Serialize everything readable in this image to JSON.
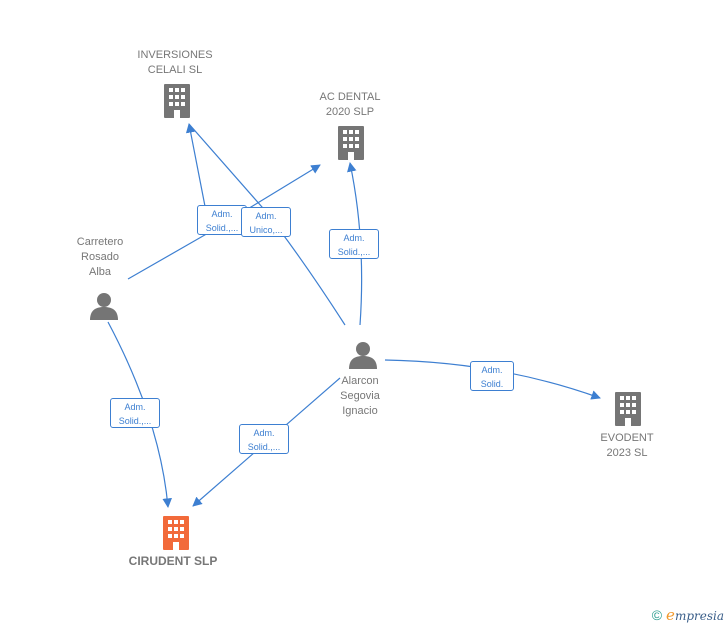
{
  "colors": {
    "edge": "#3d7fd1",
    "company_icon": "#757575",
    "focus_icon": "#f26a3a",
    "person_icon": "#757575"
  },
  "nodes": {
    "inversiones": {
      "label": "INVERSIONES\nCELALI  SL",
      "icon": "building-icon"
    },
    "acdental": {
      "label": "AC DENTAL\n2020  SLP",
      "icon": "building-icon"
    },
    "carretero": {
      "label": "Carretero\nRosado\nAlba",
      "icon": "person-icon"
    },
    "alarcon": {
      "label": "Alarcon\nSegovia\nIgnacio",
      "icon": "person-icon"
    },
    "evodent": {
      "label": "EVODENT\n2023  SL",
      "icon": "building-icon"
    },
    "cirudent": {
      "label": "CIRUDENT  SLP",
      "icon": "building-icon"
    }
  },
  "relations": {
    "r1": {
      "line1": "Adm.",
      "line2": "Solid.,..."
    },
    "r2": {
      "line1": "Adm.",
      "line2": "Unico,..."
    },
    "r3": {
      "line1": "Adm.",
      "line2": "Solid.,..."
    },
    "r4": {
      "line1": "Adm.",
      "line2": "Solid."
    },
    "r5": {
      "line1": "Adm.",
      "line2": "Solid.,..."
    },
    "r6": {
      "line1": "Adm.",
      "line2": "Solid.,..."
    }
  },
  "footer": {
    "copyright": "©",
    "brand_initial": "e",
    "brand_rest": "mpresia"
  }
}
